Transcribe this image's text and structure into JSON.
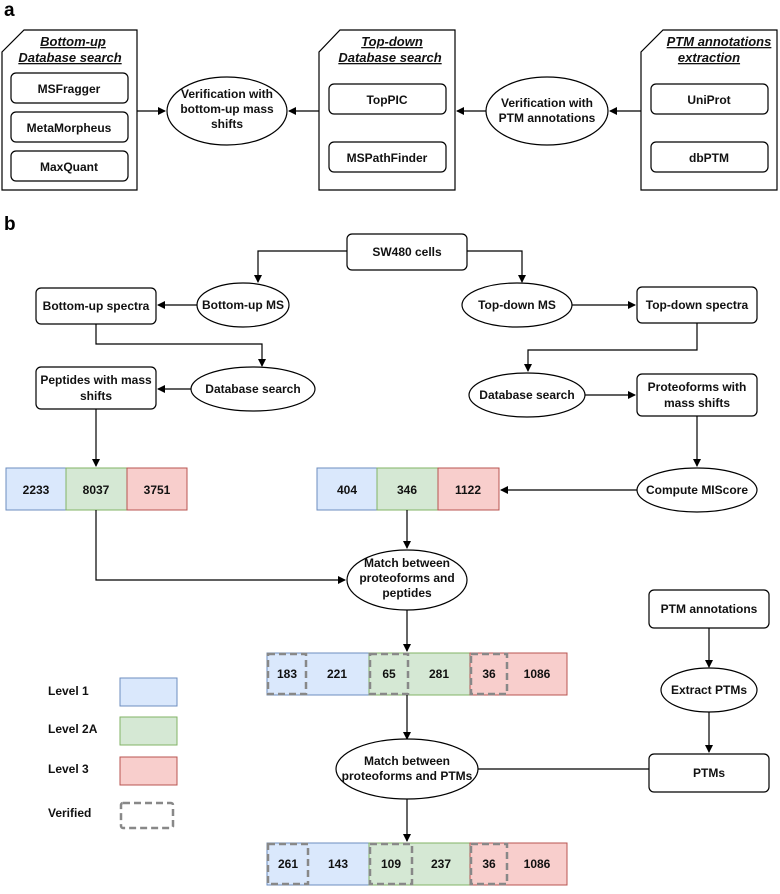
{
  "panel_a": {
    "label": "a",
    "bottom_up": {
      "title_line1": "Bottom-up",
      "title_line2": "Database search",
      "tools": [
        "MSFragger",
        "MetaMorpheus",
        "MaxQuant"
      ]
    },
    "verify_bu": [
      "Verification with",
      "bottom-up mass",
      "shifts"
    ],
    "top_down": {
      "title_line1": "Top-down",
      "title_line2": "Database search",
      "tools": [
        "TopPIC",
        "MSPathFinder"
      ]
    },
    "verify_ptm": [
      "Verification with",
      "PTM annotations"
    ],
    "ptm": {
      "title_line1": "PTM annotations",
      "title_line2": "extraction",
      "tools": [
        "UniProt",
        "dbPTM"
      ]
    }
  },
  "panel_b": {
    "label": "b",
    "sw480": "SW480 cells",
    "bu_ms": "Bottom-up MS",
    "bu_spectra": "Bottom-up spectra",
    "bu_db": "Database search",
    "peptides": [
      "Peptides with mass",
      "shifts"
    ],
    "td_ms": "Top-down MS",
    "td_spectra": "Top-down spectra",
    "td_db": "Database search",
    "proteoforms": [
      "Proteoforms with",
      "mass shifts"
    ],
    "compute": "Compute MIScore",
    "match1": [
      "Match between",
      "proteoforms and",
      "peptides"
    ],
    "ptm_ann": "PTM annotations",
    "extract": "Extract PTMs",
    "ptms": "PTMs",
    "match2": [
      "Match between",
      "proteoforms and PTMs"
    ],
    "bar_bu": [
      "2233",
      "8037",
      "3751"
    ],
    "bar_td": [
      "404",
      "346",
      "1122"
    ],
    "bar_m1": [
      "183",
      "221",
      "65",
      "281",
      "36",
      "1086"
    ],
    "bar_m2": [
      "261",
      "143",
      "109",
      "237",
      "36",
      "1086"
    ],
    "legend": [
      "Level 1",
      "Level 2A",
      "Level 3",
      "Verified"
    ]
  },
  "colors": {
    "level1": "#dae8fc",
    "level1_border": "#6c8ebf",
    "level2a": "#d5e8d4",
    "level2a_border": "#82b366",
    "level3": "#f8cecc",
    "level3_border": "#b85450",
    "verified_border": "#888888"
  }
}
